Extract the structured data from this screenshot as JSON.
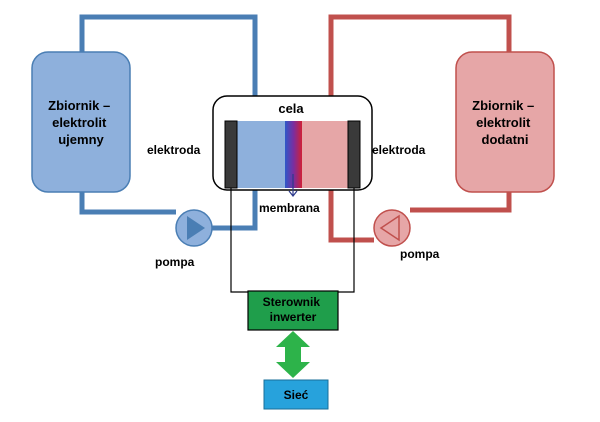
{
  "left_tank": {
    "lines": [
      "Zbiornik –",
      "elektrolit",
      "ujemny"
    ]
  },
  "right_tank": {
    "lines": [
      "Zbiornik –",
      "elektrolit",
      "dodatni"
    ]
  },
  "cell_label": "cela",
  "electrode_left_label": "elektroda",
  "electrode_right_label": "elektroda",
  "membrane_label": "membrana",
  "pump_left_label": "pompa",
  "pump_right_label": "pompa",
  "controller": {
    "lines": [
      "Sterownik",
      "inwerter"
    ]
  },
  "grid_label": "Sieć",
  "colors": {
    "negative_pipe": "#4a7eb4",
    "positive_pipe": "#c0504d",
    "negative_fill": "#8eb0dc",
    "positive_fill": "#e6a6a7",
    "controller_fill": "#1f9e4b",
    "grid_fill": "#27a2dc",
    "arrow_fill": "#2db34a",
    "electrode_fill": "#3a3a3a"
  }
}
